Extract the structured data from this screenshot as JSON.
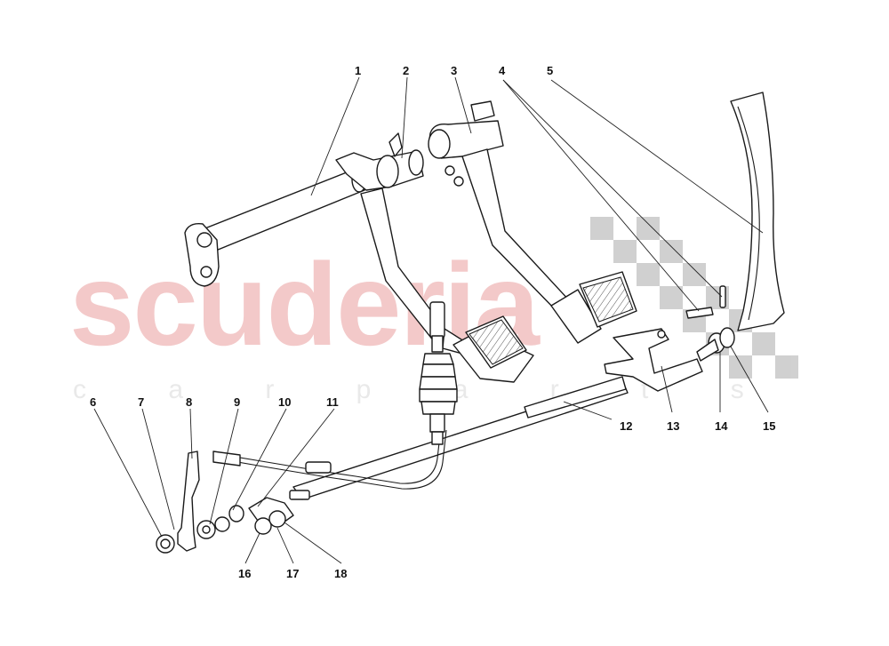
{
  "watermark": {
    "brand": "scuderia",
    "tagline": "c a r p a r t s",
    "color": "#f3c9c9"
  },
  "callouts": [
    "1",
    "2",
    "3",
    "4",
    "5",
    "6",
    "7",
    "8",
    "9",
    "10",
    "11",
    "12",
    "13",
    "14",
    "15",
    "16",
    "17",
    "18"
  ]
}
